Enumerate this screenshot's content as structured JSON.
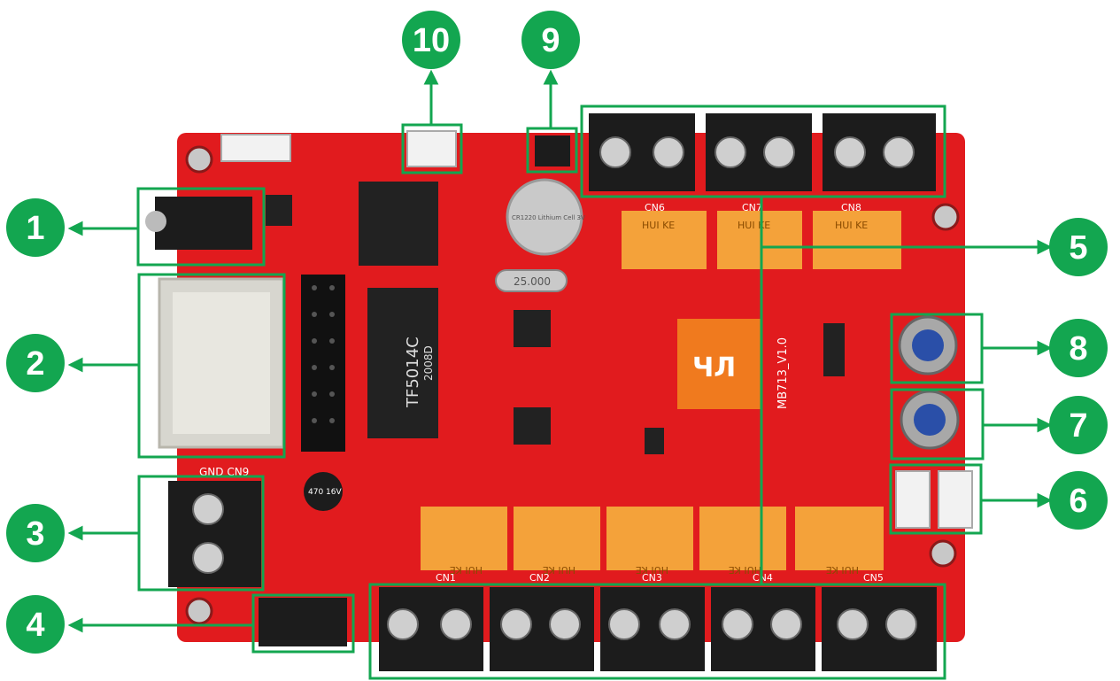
{
  "colors": {
    "board_red": "#e11b1e",
    "callout_green": "#13a650",
    "terminal_black": "#1c1c1c",
    "relay_orange": "#f4a23a",
    "chip_black": "#222222"
  },
  "board": {
    "model_label": "MB713_V1.0",
    "transformer_label": "TF5014C",
    "transformer_code": "2008D",
    "crystal_label": "25.000",
    "battery_label": "CR1220 Lithium Cell 3V",
    "capacitor_label": "470 16V",
    "power_label": "GND CN9",
    "relay_labels": [
      "HUI KE",
      "HUI KE",
      "HUI KE",
      "HUI KE",
      "HUI KE",
      "HUI KE",
      "HUI KE",
      "HUI KE"
    ],
    "top_connector_labels": [
      "CN6",
      "CN7",
      "CN8"
    ],
    "bottom_connector_labels": [
      "CN1",
      "CN2",
      "CN3",
      "CN4",
      "CN5"
    ]
  },
  "callouts": [
    {
      "number": "1"
    },
    {
      "number": "2"
    },
    {
      "number": "3"
    },
    {
      "number": "4"
    },
    {
      "number": "5"
    },
    {
      "number": "6"
    },
    {
      "number": "7"
    },
    {
      "number": "8"
    },
    {
      "number": "9"
    },
    {
      "number": "10"
    }
  ]
}
